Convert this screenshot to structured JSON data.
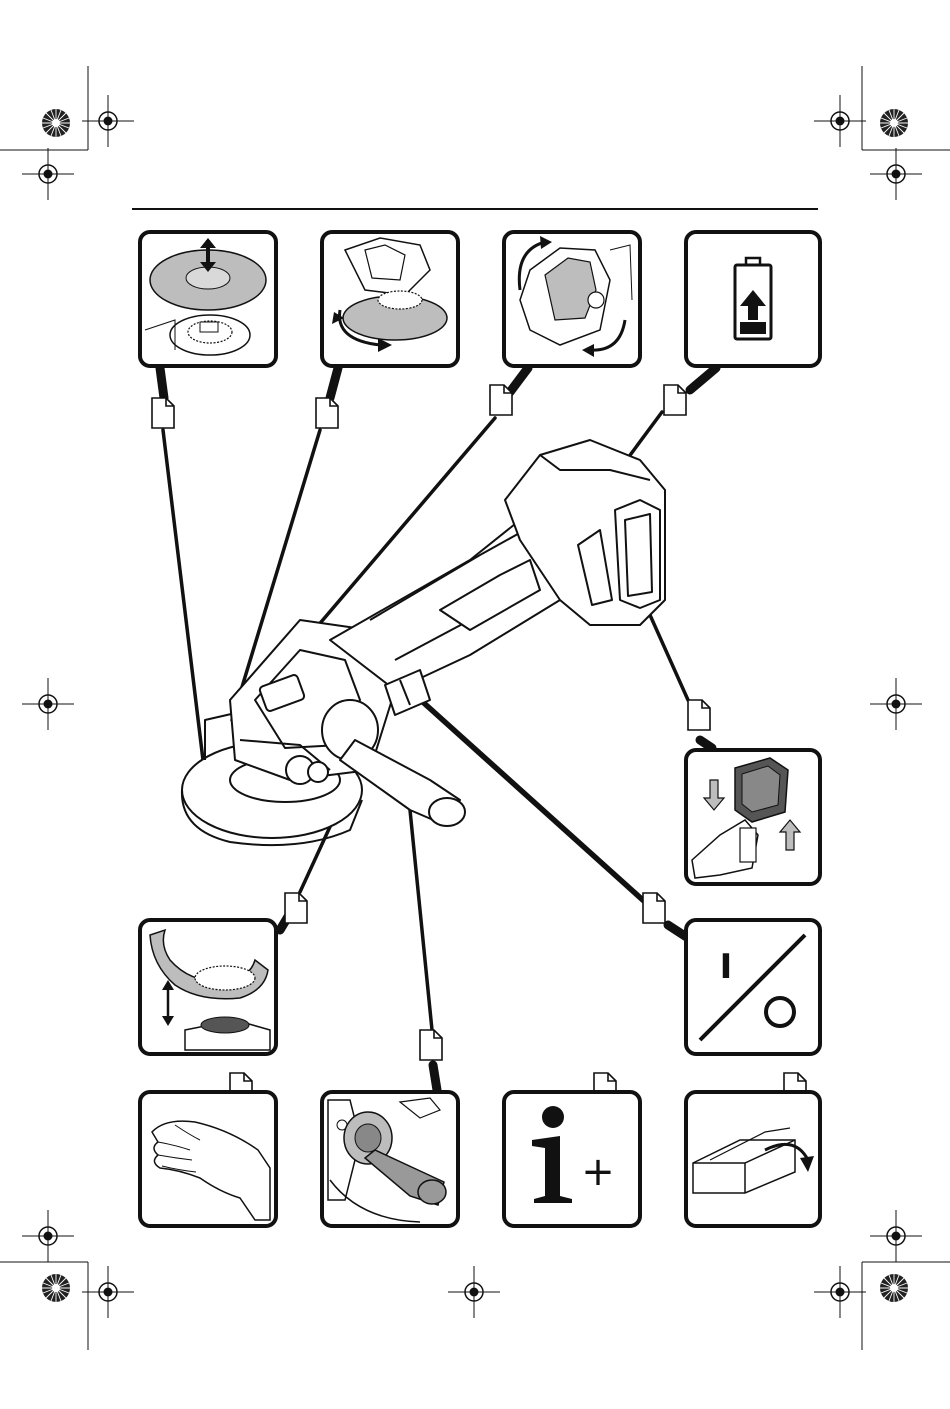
{
  "page": {
    "background": "#ffffff",
    "ink": "#111111",
    "panel_fill": "#ffffff",
    "grey_fill": "#bdbdbd"
  },
  "panels": [
    {
      "id": "disc",
      "icon": "grinding-disc-icon"
    },
    {
      "id": "rotate",
      "icon": "disc-rotation-icon"
    },
    {
      "id": "gearhead",
      "icon": "gearhead-rotate-icon"
    },
    {
      "id": "battery",
      "icon": "battery-charge-icon"
    },
    {
      "id": "battery-insert",
      "icon": "battery-insert-remove-icon"
    },
    {
      "id": "guard",
      "icon": "guard-adjust-icon"
    },
    {
      "id": "switch",
      "icon": "on-off-switch-icon",
      "on_symbol": "I"
    },
    {
      "id": "glove",
      "icon": "hand-glove-icon"
    },
    {
      "id": "handle",
      "icon": "auxiliary-handle-icon"
    },
    {
      "id": "info",
      "icon": "information-plus-icon",
      "plus_symbol": "+"
    },
    {
      "id": "box",
      "icon": "packaging-box-icon"
    }
  ]
}
